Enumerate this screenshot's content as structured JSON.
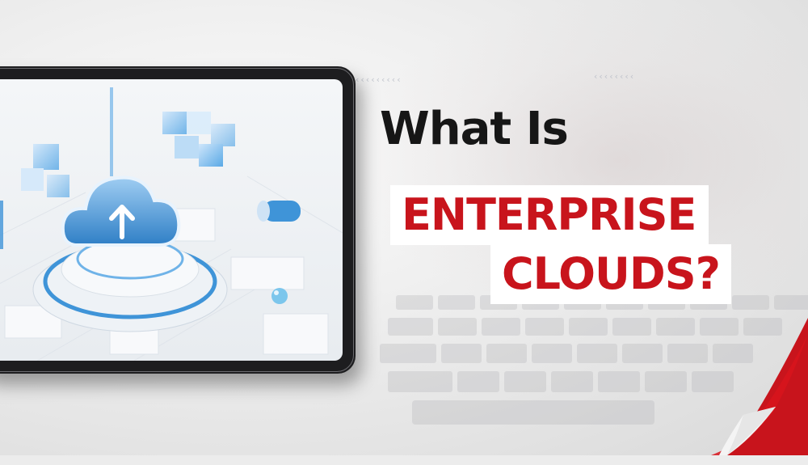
{
  "headline": {
    "line1": "What Is",
    "line2": "ENTERPRISE",
    "line3": "CLOUDS?"
  },
  "colors": {
    "accent": "#c8141c",
    "text": "#161616",
    "tag_background": "#ffffff",
    "tablet_frame": "#1d1d1f",
    "cloud_blue": "#3f94d8"
  },
  "illustration": {
    "icon": "cloud-upload-icon"
  }
}
